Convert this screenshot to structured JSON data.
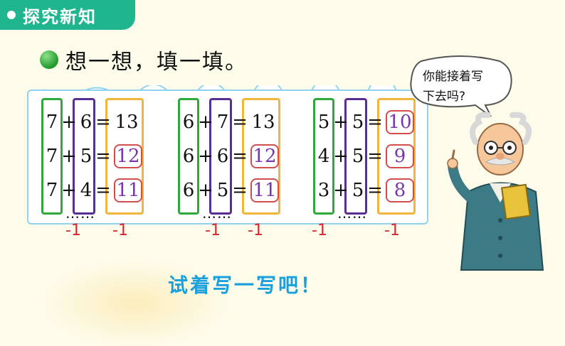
{
  "section_tab": {
    "label": "探究新知"
  },
  "instruction": {
    "text": "想一想，填一填。"
  },
  "speech_bubble": {
    "line1": "你能接着写",
    "line2": "下去吗?"
  },
  "groups": [
    {
      "rows": [
        {
          "a": "7",
          "op": "+",
          "b": "6",
          "eq": "=",
          "ans": "13",
          "circled": false
        },
        {
          "a": "7",
          "op": "+",
          "b": "5",
          "eq": "=",
          "ans": "12",
          "circled": true
        },
        {
          "a": "7",
          "op": "+",
          "b": "4",
          "eq": "=",
          "ans": "11",
          "circled": true
        }
      ],
      "ellipsis": "……",
      "minus_labels": [
        "-1",
        "-1"
      ]
    },
    {
      "rows": [
        {
          "a": "6",
          "op": "+",
          "b": "7",
          "eq": "=",
          "ans": "13",
          "circled": false
        },
        {
          "a": "6",
          "op": "+",
          "b": "6",
          "eq": "=",
          "ans": "12",
          "circled": true
        },
        {
          "a": "6",
          "op": "+",
          "b": "5",
          "eq": "=",
          "ans": "11",
          "circled": true
        }
      ],
      "ellipsis": "……",
      "minus_labels": [
        "-1",
        "-1"
      ]
    },
    {
      "rows": [
        {
          "a": "5",
          "op": "+",
          "b": "5",
          "eq": "=",
          "ans": "10",
          "circled": true
        },
        {
          "a": "4",
          "op": "+",
          "b": "5",
          "eq": "=",
          "ans": "9",
          "circled": true
        },
        {
          "a": "3",
          "op": "+",
          "b": "5",
          "eq": "=",
          "ans": "8",
          "circled": true
        }
      ],
      "ellipsis": "……",
      "minus_labels": [
        "-1",
        "-1"
      ]
    }
  ],
  "prompt": {
    "text": "试着写一写吧！"
  },
  "colors": {
    "tab_green": "#1fb58f",
    "first_addend_box": "#2fa83c",
    "second_addend_box": "#5a2f93",
    "sum_box": "#f0b53a",
    "circle_red": "#d24c4c",
    "answer_purple": "#7a35b0",
    "minus_red": "#d9262c",
    "prompt_blue": "#1aa0dc"
  },
  "icons": [
    "green-ball-bullet-icon",
    "speech-bubble-icon",
    "teacher-character-icon"
  ]
}
